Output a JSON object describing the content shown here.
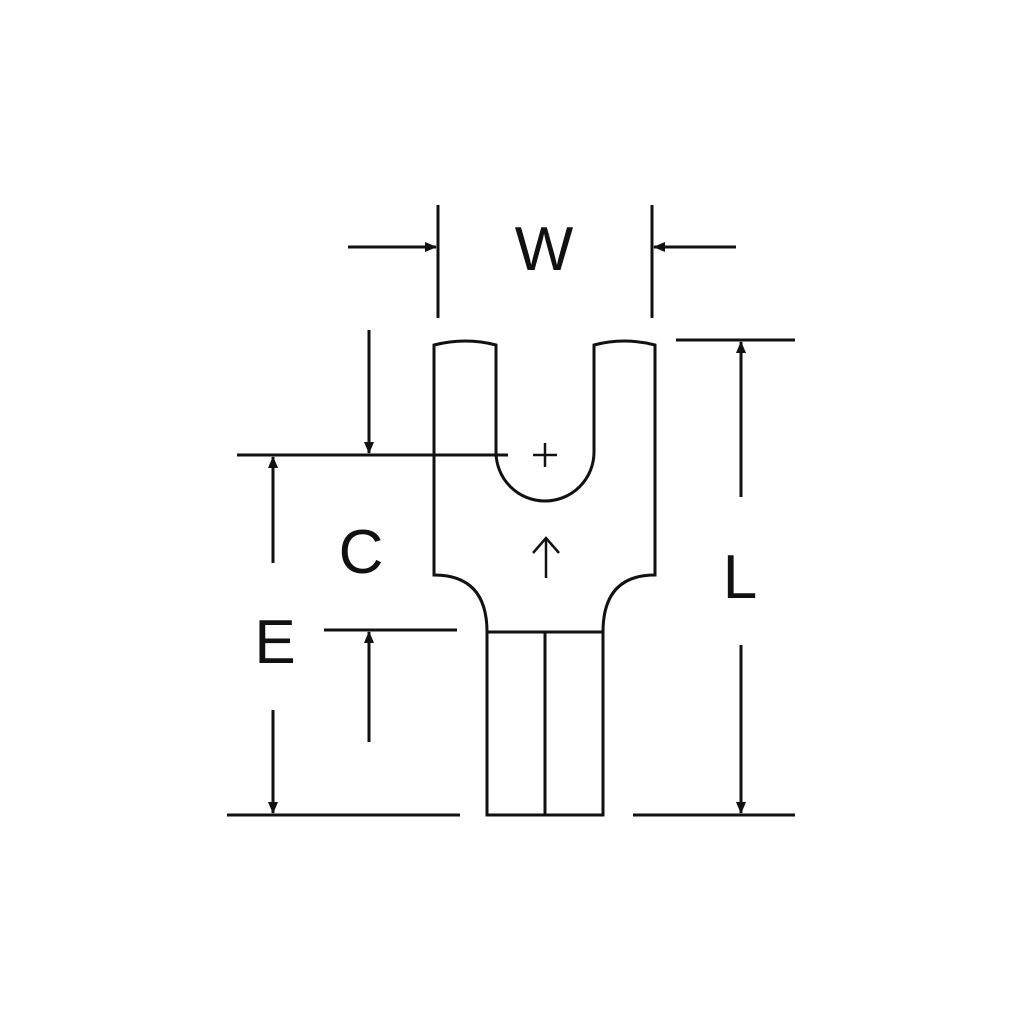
{
  "diagram": {
    "labels": {
      "width": "W",
      "length": "L",
      "center": "C",
      "extension": "E"
    },
    "colors": {
      "stroke": "#111111",
      "background": "#ffffff"
    }
  }
}
